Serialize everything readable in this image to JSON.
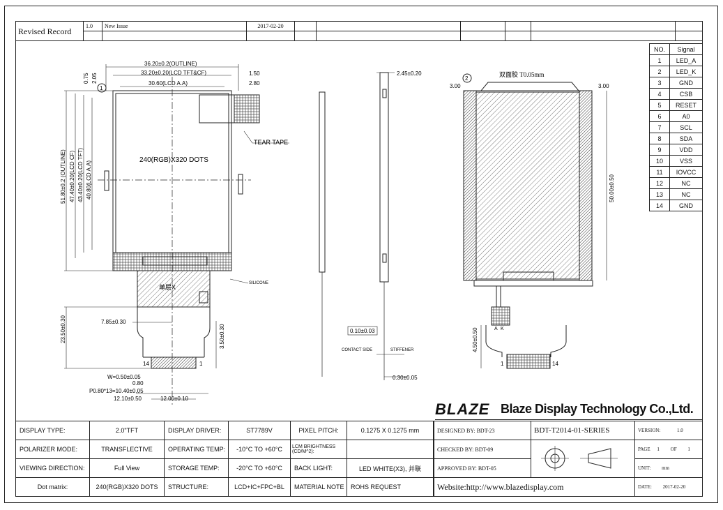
{
  "revision": {
    "title": "Revised Record",
    "rows": [
      {
        "version": "1.0",
        "desc": "New Issue",
        "date": "2017-02-20"
      }
    ]
  },
  "pins": {
    "header": [
      "NO.",
      "Signal"
    ],
    "rows": [
      [
        "1",
        "LED_A"
      ],
      [
        "2",
        "LED_K"
      ],
      [
        "3",
        "GND"
      ],
      [
        "4",
        "CSB"
      ],
      [
        "5",
        "RESET"
      ],
      [
        "6",
        "A0"
      ],
      [
        "7",
        "SCL"
      ],
      [
        "8",
        "SDA"
      ],
      [
        "9",
        "VDD"
      ],
      [
        "10",
        "VSS"
      ],
      [
        "11",
        "IOVCC"
      ],
      [
        "12",
        "NC"
      ],
      [
        "13",
        "NC"
      ],
      [
        "14",
        "GND"
      ]
    ]
  },
  "dims": {
    "outline_w": "36.20±0.2(OUTLINE)",
    "lcd_tft": "33.20±0.20(LCD TFT&CF)",
    "lcd_aa": "30.60(LCD A.A)",
    "d150": "1.50",
    "d280": "2.80",
    "d075": "0.75",
    "d205": "2.05",
    "outline_h": "51.80±0.2 (OUTLINE)",
    "lcd_cf": "47.40±0.20(LCD CF)",
    "lcd_tft_h": "43.40±0.20(LCD TFT)",
    "lcd_aa_h": "40.80(LCD A.A)",
    "dots": "240(RGB)X320 DOTS",
    "tear_tape": "TEAR TAPE",
    "silicone": "SILICONE",
    "fpc_h": "23.50±0.30",
    "d785": "7.85±0.30",
    "d350": "3.50±0.30",
    "pin14": "14",
    "pin1": "1",
    "w050": "W=0.50±0.05",
    "d080": "0.80",
    "p080": "P0.80*13=10.40±0.05",
    "d1210": "12.10±0.50",
    "d1200": "12.00±0.10",
    "thick": "2.45±0.20",
    "d010": "0.10±0.03",
    "contact_side": "CONTACT SIDE",
    "stiffener": "STIFFENER",
    "d030": "0.30±0.05",
    "circle1": "1",
    "circle2": "2",
    "tape_note": "双面胶 T0.05mm",
    "d300a": "3.00",
    "d300b": "3.00",
    "d5000": "50.00±0.50",
    "d450": "4.50±0.50",
    "k": "K",
    "a": "A",
    "single": "单层X"
  },
  "brand": {
    "logo": "BLAZE",
    "company": "Blaze Display Technology Co.,Ltd."
  },
  "spec": {
    "rows": [
      [
        "DISPLAY TYPE:",
        "2.0\"TFT",
        "DISPLAY DRIVER:",
        "ST7789V",
        "PIXEL PITCH:",
        "0.1275 X 0.1275 mm"
      ],
      [
        "POLARIZER MODE:",
        "TRANSFLECTIVE",
        "OPERATING TEMP:",
        "-10°C TO +60°C",
        "LCM BRIGHTNESS (CD/M^2):",
        ""
      ],
      [
        "VIEWING DIRECTION:",
        "Full View",
        "STORAGE TEMP:",
        "-20°C TO +60°C",
        "BACK LIGHT:",
        "LED WHITE(X3), 并联"
      ],
      [
        "Dot matrix:",
        "240(RGB)X320 DOTS",
        "STRUCTURE:",
        "LCD+IC+FPC+BL",
        "MATERIAL NOTE",
        "ROHS REQUEST"
      ]
    ]
  },
  "titleblock": {
    "designed": "DESIGNED BY: BDT-23",
    "checked": "CHECKED BY: BDT-09",
    "approved": "APPROVED BY: BDT-05",
    "website": "Website:http://www.blazedisplay.com",
    "part": "BDT-T2014-01-SERIES",
    "version_label": "VERSION:",
    "version": "1.0",
    "page_label": "PAGE",
    "page": "1",
    "of_label": "OF",
    "of": "1",
    "unit_label": "UNIT:",
    "unit": "mm",
    "date_label": "DATE:",
    "date": "2017-02-20"
  }
}
